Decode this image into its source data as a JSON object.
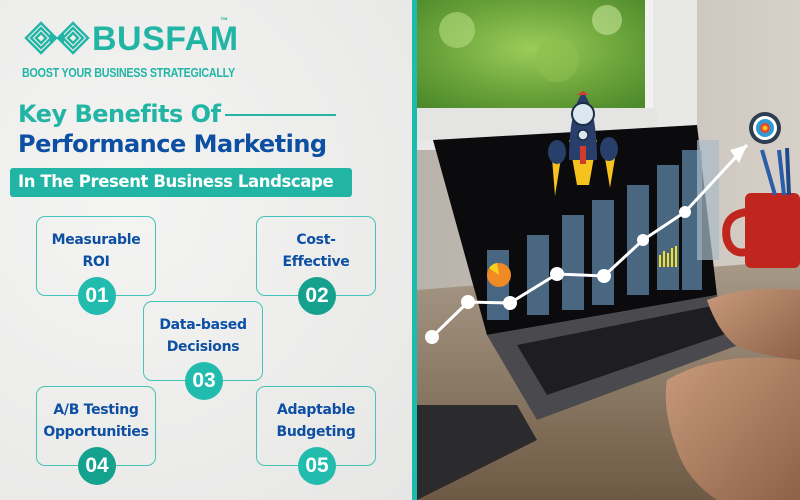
{
  "brand": {
    "name": "BUSFAM",
    "trademark": "™",
    "tagline": "BOOST YOUR BUSINESS STRATEGICALLY",
    "color": "#22b5a6"
  },
  "heading": {
    "line1": "Key Benefits Of",
    "line2": "Performance Marketing",
    "banner": "In The Present Business Landscape"
  },
  "colors": {
    "teal": "#22b5a6",
    "navy": "#0d4fa3",
    "background": "#eeeeed"
  },
  "benefits": [
    {
      "number": "01",
      "line1": "Measurable",
      "line2": "ROI"
    },
    {
      "number": "02",
      "line1": "Cost-",
      "line2": "Effective"
    },
    {
      "number": "03",
      "line1": "Data-based",
      "line2": "Decisions"
    },
    {
      "number": "04",
      "line1": "A/B Testing",
      "line2": "Opportunities"
    },
    {
      "number": "05",
      "line1": "Adaptable",
      "line2": "Budgeting"
    }
  ],
  "photo": {
    "description": "laptop-with-rising-growth-chart-rocket-and-target"
  }
}
